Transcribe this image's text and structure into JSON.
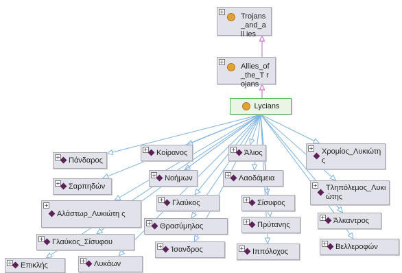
{
  "diagram": {
    "title": "",
    "colors": {
      "class_edge": "#c061c6",
      "individual_edge": "#7db2e3",
      "node_fill": "#e2e2ea",
      "selected_fill": "#e9f6e6",
      "selected_border": "#55b655",
      "class_dot": "#e0a336",
      "individual_diamond": "#5b2158"
    },
    "classes": [
      {
        "id": "trojans",
        "label": "Trojans_and_all ies",
        "icon": "class-dot-icon"
      },
      {
        "id": "allies",
        "label": "Allies_of_the_T rojans",
        "icon": "class-dot-icon"
      },
      {
        "id": "lycians",
        "label": "Lycians",
        "icon": "class-dot-icon",
        "selected": true
      }
    ],
    "individuals": [
      {
        "id": "pandaros",
        "label": "Πάνδαρος"
      },
      {
        "id": "koiranos",
        "label": "Κοίρανος"
      },
      {
        "id": "alios",
        "label": "Άλιος"
      },
      {
        "id": "chromios",
        "label": "Χρομίος_Λυκιώτη ς"
      },
      {
        "id": "sarpedon",
        "label": "Σαρπηδών"
      },
      {
        "id": "noimon",
        "label": "Νοήμων"
      },
      {
        "id": "laodameia",
        "label": "Λαοδάμεια"
      },
      {
        "id": "tlepolemos",
        "label": "Τληπόλεμος_Λυκι ώτης"
      },
      {
        "id": "alastor",
        "label": "Αλάστωρ_Λυκιώτη ς"
      },
      {
        "id": "glaukos",
        "label": "Γλαύκος"
      },
      {
        "id": "sisyphos",
        "label": "Σίσυφος"
      },
      {
        "id": "alkandros",
        "label": "Άλκαντρος"
      },
      {
        "id": "thrasymelos",
        "label": "Θρασύμηλος"
      },
      {
        "id": "prytanis",
        "label": "Πρύτανης"
      },
      {
        "id": "glaukos_sisyphou",
        "label": "Γλαύκος_Σίσυφου"
      },
      {
        "id": "isandros",
        "label": "Ίσανδρος"
      },
      {
        "id": "ippolochos",
        "label": "Ιππόλοχος"
      },
      {
        "id": "bellerophon",
        "label": "Βελλεροφών"
      },
      {
        "id": "epikles",
        "label": "Επικλής"
      },
      {
        "id": "lykaon",
        "label": "Λυκάων"
      }
    ],
    "class_edges": [
      {
        "from": "allies",
        "to": "trojans"
      },
      {
        "from": "lycians",
        "to": "allies"
      }
    ],
    "instance_edges": [
      "pandaros",
      "koiranos",
      "alios",
      "chromios",
      "sarpedon",
      "noimon",
      "laodameia",
      "tlepolemos",
      "alastor",
      "glaukos",
      "sisyphos",
      "alkandros",
      "thrasymelos",
      "prytanis",
      "glaukos_sisyphou",
      "isandros",
      "ippolochos",
      "bellerophon",
      "epikles",
      "lykaon"
    ]
  }
}
